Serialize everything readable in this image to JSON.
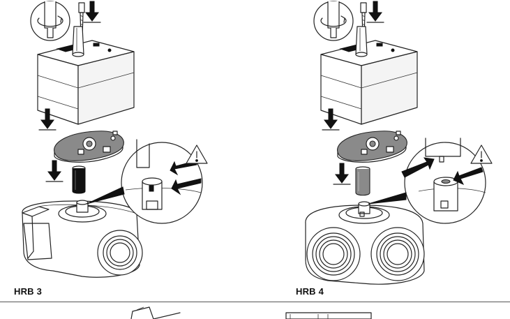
{
  "figures": [
    {
      "label": "HRB 3",
      "variant": "3-way"
    },
    {
      "label": "HRB 4",
      "variant": "4-way"
    }
  ],
  "icons": [
    "warning-icon",
    "rotate-screwdriver-icon",
    "down-arrow-icon"
  ],
  "colors": {
    "line": "#222222",
    "fill_dark": "#111111",
    "fill_grey": "#8a8a8a"
  }
}
